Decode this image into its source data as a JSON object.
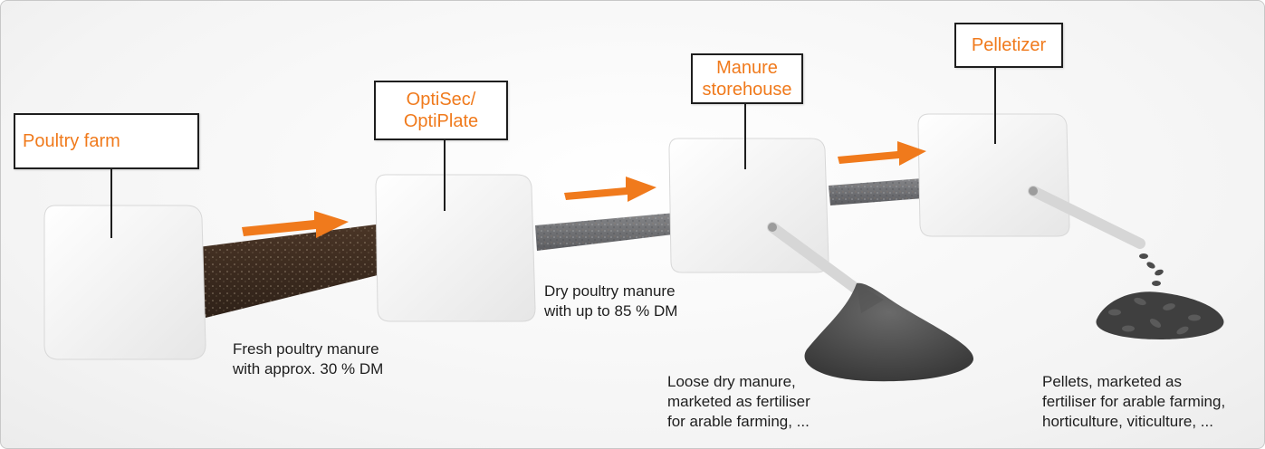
{
  "colors": {
    "accent": "#f07a1c",
    "text": "#1e1e1e",
    "box_face": "#f2f2f2",
    "wet_belt": "#3e2c20",
    "dry_belt": "#6f7073"
  },
  "stages": [
    {
      "label": "Poultry farm"
    },
    {
      "label": "OptiSec/\nOptiPlate"
    },
    {
      "label": "Manure\nstorehouse"
    },
    {
      "label": "Pelletizer"
    }
  ],
  "captions": {
    "fresh": "Fresh poultry manure\nwith approx. 30 % DM",
    "dry": "Dry poultry manure\nwith up to 85 % DM",
    "loose": "Loose dry manure,\nmarketed as fertiliser\nfor arable farming, ...",
    "pellets": "Pellets, marketed as\nfertiliser for arable farming,\nhorticulture, viticulture, ..."
  },
  "icons": [
    "arrow-right-icon",
    "arrow-right-icon",
    "arrow-right-icon"
  ]
}
